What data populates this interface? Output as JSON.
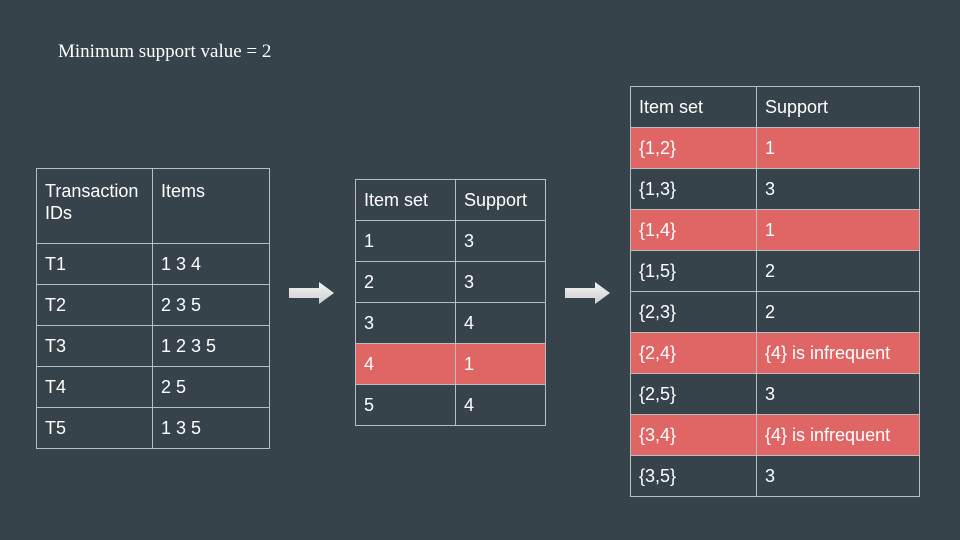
{
  "title": "Minimum support value = 2",
  "transactions_table": {
    "headers": [
      "Transaction IDs",
      "Items"
    ],
    "rows": [
      {
        "id": "T1",
        "items": "1 3 4"
      },
      {
        "id": "T2",
        "items": "2 3 5"
      },
      {
        "id": "T3",
        "items": "1 2 3 5"
      },
      {
        "id": "T4",
        "items": "2 5"
      },
      {
        "id": "T5",
        "items": "1 3 5"
      }
    ]
  },
  "single_itemsets_table": {
    "headers": [
      "Item set",
      "Support"
    ],
    "rows": [
      {
        "item": "1",
        "support": "3"
      },
      {
        "item": "2",
        "support": "3"
      },
      {
        "item": "3",
        "support": "4"
      },
      {
        "item": "4",
        "support": "1"
      },
      {
        "item": "5",
        "support": "4"
      }
    ]
  },
  "pair_itemsets_table": {
    "headers": [
      "Item set",
      "Support"
    ],
    "rows": [
      {
        "item": "{1,2}",
        "support": "1"
      },
      {
        "item": "{1,3}",
        "support": "3"
      },
      {
        "item": "{1,4}",
        "support": "1"
      },
      {
        "item": "{1,5}",
        "support": "2"
      },
      {
        "item": "{2,3}",
        "support": "2"
      },
      {
        "item": "{2,4}",
        "support": "{4} is infrequent"
      },
      {
        "item": "{2,5}",
        "support": "3"
      },
      {
        "item": "{3,4}",
        "support": "{4} is infrequent"
      },
      {
        "item": "{3,5}",
        "support": "3"
      }
    ]
  },
  "colors": {
    "background": "#37434b",
    "highlight": "#e06666",
    "border": "#b9bdc0",
    "arrow": "#eeeeee"
  },
  "icons": {
    "arrow": "right-arrow-icon"
  }
}
